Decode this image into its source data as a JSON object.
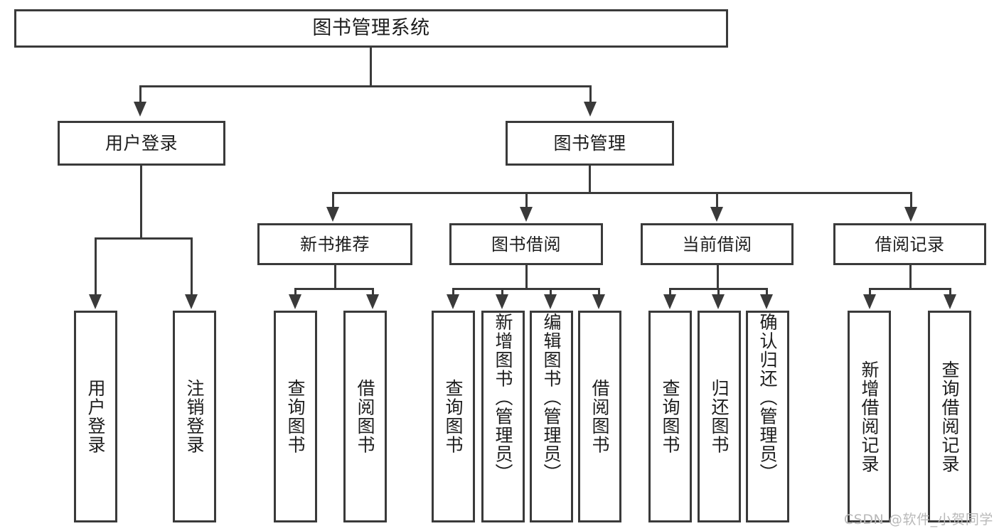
{
  "diagram": {
    "title": "图书管理系统",
    "type": "hierarchy-tree",
    "watermark": "CSDN @软件_小贺同学",
    "colors": {
      "stroke": "#3a3a3a",
      "fill": "#ffffff",
      "text": "#1d1d1a",
      "watermark": "#b9b9b9"
    },
    "root": {
      "label": "图书管理系统"
    },
    "level2": [
      {
        "label": "用户登录"
      },
      {
        "label": "图书管理"
      }
    ],
    "level3": [
      {
        "label": "新书推荐"
      },
      {
        "label": "图书借阅"
      },
      {
        "label": "当前借阅"
      },
      {
        "label": "借阅记录"
      }
    ],
    "leaves": {
      "user_login": [
        {
          "label": "用户登录"
        },
        {
          "label": "注销登录"
        }
      ],
      "new_book": [
        {
          "label": "查询图书"
        },
        {
          "label": "借阅图书"
        }
      ],
      "book_borrow": [
        {
          "label": "查询图书"
        },
        {
          "label": "新增图书（管理员）"
        },
        {
          "label": "编辑图书（管理员）"
        },
        {
          "label": "借阅图书"
        }
      ],
      "current_borrow": [
        {
          "label": "查询图书"
        },
        {
          "label": "归还图书"
        },
        {
          "label": "确认归还（管理员）"
        }
      ],
      "borrow_record": [
        {
          "label": "新增借阅记录"
        },
        {
          "label": "查询借阅记录"
        }
      ]
    }
  }
}
